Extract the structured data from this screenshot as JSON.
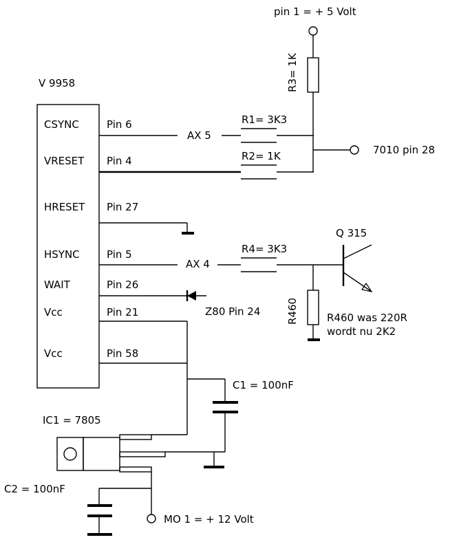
{
  "chip": {
    "name": "V 9958",
    "signals": [
      "CSYNC",
      "VRESET",
      "HRESET",
      "HSYNC",
      "WAIT",
      "Vcc",
      "Vcc"
    ],
    "pins": [
      "Pin 6",
      "Pin 4",
      "Pin 27",
      "Pin 5",
      "Pin 26",
      "Pin 21",
      "Pin 58"
    ]
  },
  "supply": {
    "pin1": "pin 1 = + 5 Volt",
    "r3": "R3= 1K",
    "out_7010": "7010 pin 28",
    "mo1": "MO 1 = + 12 Volt"
  },
  "resistors": {
    "r1": "R1= 3K3",
    "r2": "R2= 1K",
    "r4": "R4= 3K3",
    "r460": "R460"
  },
  "buffers": {
    "ax5": "AX 5",
    "ax4": "AX 4"
  },
  "transistor": {
    "label": "Q 315"
  },
  "notes": {
    "r460_line1": "R460 was 220R",
    "r460_line2": "wordt nu 2K2"
  },
  "z80": "Z80 Pin 24",
  "caps": {
    "c1": "C1 = 100nF",
    "c2": "C2 = 100nF"
  },
  "regulator": {
    "label": "IC1 = 7805"
  }
}
